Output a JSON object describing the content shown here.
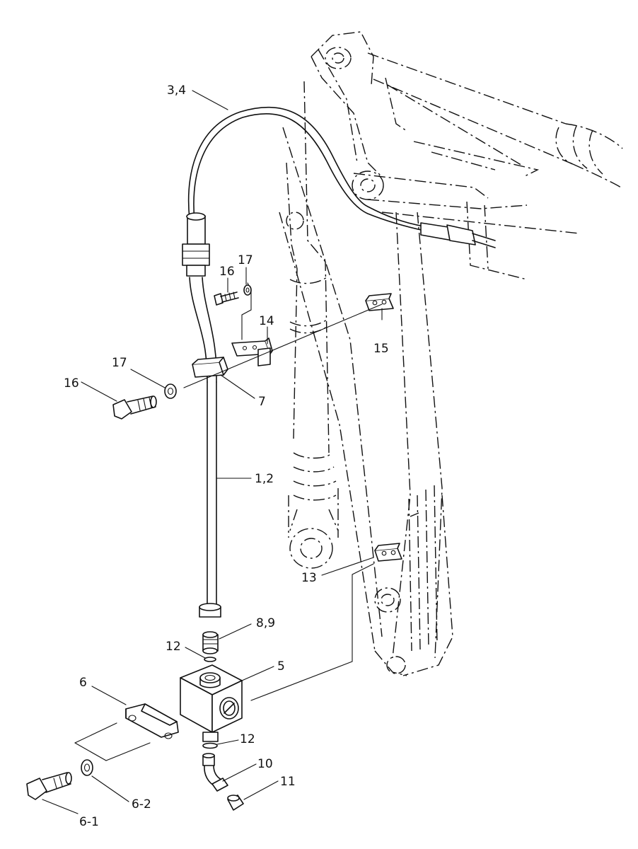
{
  "callouts": [
    {
      "id": "c-3-4",
      "text": "3,4"
    },
    {
      "id": "c-16a",
      "text": "16"
    },
    {
      "id": "c-17a",
      "text": "17"
    },
    {
      "id": "c-14",
      "text": "14"
    },
    {
      "id": "c-15",
      "text": "15"
    },
    {
      "id": "c-17b",
      "text": "17"
    },
    {
      "id": "c-16b",
      "text": "16"
    },
    {
      "id": "c-7",
      "text": "7"
    },
    {
      "id": "c-1-2",
      "text": "1,2"
    },
    {
      "id": "c-13",
      "text": "13"
    },
    {
      "id": "c-8-9",
      "text": "8,9"
    },
    {
      "id": "c-12a",
      "text": "12"
    },
    {
      "id": "c-5",
      "text": "5"
    },
    {
      "id": "c-6",
      "text": "6"
    },
    {
      "id": "c-12b",
      "text": "12"
    },
    {
      "id": "c-10",
      "text": "10"
    },
    {
      "id": "c-11",
      "text": "11"
    },
    {
      "id": "c-6-2",
      "text": "6-2"
    },
    {
      "id": "c-6-1",
      "text": "6-1"
    }
  ]
}
